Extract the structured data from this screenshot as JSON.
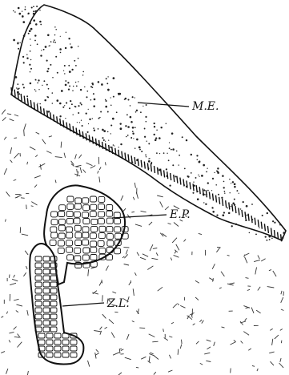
{
  "figure": {
    "labels": {
      "me": "M.E.",
      "ep": "E.P.",
      "zl": "Z.L."
    },
    "colors": {
      "ink": "#111111",
      "background": "#ffffff"
    }
  }
}
